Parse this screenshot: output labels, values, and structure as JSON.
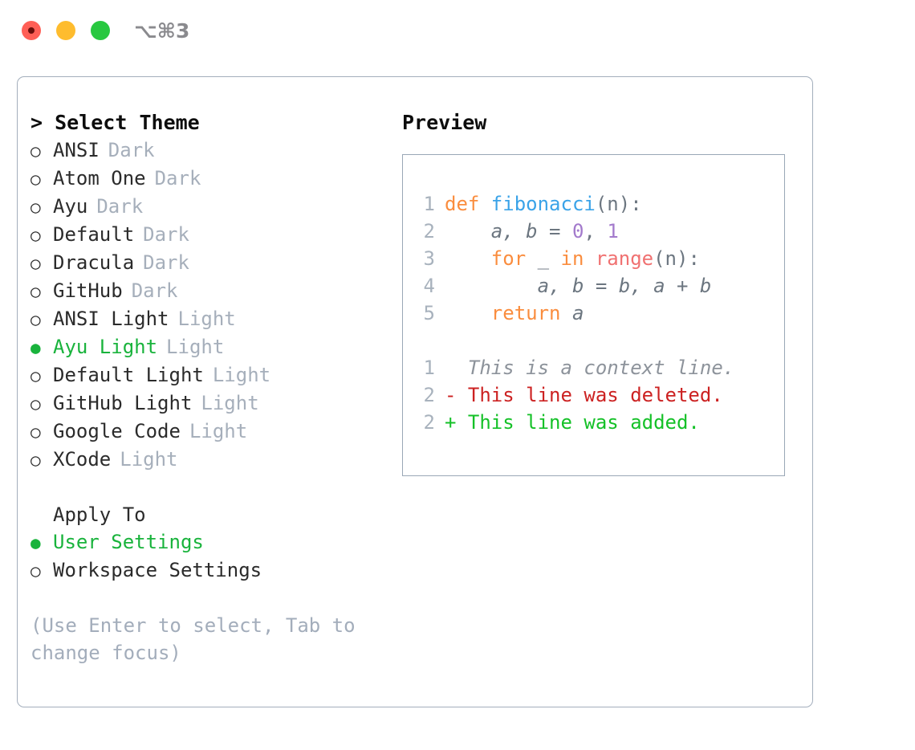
{
  "titlebar": {
    "shortcut": "⌥⌘3",
    "buttons": [
      "close",
      "minimize",
      "maximize"
    ]
  },
  "left": {
    "header": "> Select Theme",
    "themes": [
      {
        "marker": "○",
        "name": "ANSI",
        "tag": "Dark",
        "selected": false
      },
      {
        "marker": "○",
        "name": "Atom One",
        "tag": "Dark",
        "selected": false
      },
      {
        "marker": "○",
        "name": "Ayu",
        "tag": "Dark",
        "selected": false
      },
      {
        "marker": "○",
        "name": "Default",
        "tag": "Dark",
        "selected": false
      },
      {
        "marker": "○",
        "name": "Dracula",
        "tag": "Dark",
        "selected": false
      },
      {
        "marker": "○",
        "name": "GitHub",
        "tag": "Dark",
        "selected": false
      },
      {
        "marker": "○",
        "name": "ANSI Light",
        "tag": "Light",
        "selected": false
      },
      {
        "marker": "●",
        "name": "Ayu Light",
        "tag": "Light",
        "selected": true
      },
      {
        "marker": "○",
        "name": "Default Light",
        "tag": "Light",
        "selected": false
      },
      {
        "marker": "○",
        "name": "GitHub Light",
        "tag": "Light",
        "selected": false
      },
      {
        "marker": "○",
        "name": "Google Code",
        "tag": "Light",
        "selected": false
      },
      {
        "marker": "○",
        "name": "XCode",
        "tag": "Light",
        "selected": false
      }
    ],
    "apply_to_header": "Apply To",
    "apply_to": [
      {
        "marker": "●",
        "name": "User Settings",
        "selected": true
      },
      {
        "marker": "○",
        "name": "Workspace Settings",
        "selected": false
      }
    ],
    "hint": "(Use Enter to select, Tab to change focus)"
  },
  "right": {
    "header": "Preview",
    "code_lines": [
      {
        "n": "1",
        "tokens": [
          {
            "t": "def ",
            "c": "k-kw"
          },
          {
            "t": "fibonacci",
            "c": "k-fn"
          },
          {
            "t": "(n):",
            "c": "k-punc"
          }
        ]
      },
      {
        "n": "2",
        "tokens": [
          {
            "t": "    a, b ",
            "c": "k-var"
          },
          {
            "t": "= ",
            "c": "k-op"
          },
          {
            "t": "0",
            "c": "k-num"
          },
          {
            "t": ", ",
            "c": "k-punc"
          },
          {
            "t": "1",
            "c": "k-num"
          }
        ]
      },
      {
        "n": "3",
        "tokens": [
          {
            "t": "    for ",
            "c": "k-kw"
          },
          {
            "t": "_ ",
            "c": "k-var"
          },
          {
            "t": "in ",
            "c": "k-kw"
          },
          {
            "t": "range",
            "c": "k-call"
          },
          {
            "t": "(n):",
            "c": "k-punc"
          }
        ]
      },
      {
        "n": "4",
        "tokens": [
          {
            "t": "        a, b ",
            "c": "k-var"
          },
          {
            "t": "= ",
            "c": "k-op"
          },
          {
            "t": "b, a + b",
            "c": "k-var"
          }
        ]
      },
      {
        "n": "5",
        "tokens": [
          {
            "t": "    return ",
            "c": "k-kw"
          },
          {
            "t": "a",
            "c": "k-var"
          }
        ]
      }
    ],
    "diff_lines": [
      {
        "n": "1",
        "text": "  This is a context line.",
        "c": "d-ctx"
      },
      {
        "n": "2",
        "text": "- This line was deleted.",
        "c": "d-del"
      },
      {
        "n": "2",
        "text": "+ This line was added.",
        "c": "d-add"
      }
    ]
  },
  "colors": {
    "accent_green": "#19b33c",
    "muted": "#a3adbb",
    "border": "#a3aebc",
    "keyword": "#fa8d3e",
    "function": "#3aa3e8",
    "number": "#a37acc",
    "call": "#f07171",
    "diff_add": "#15c128",
    "diff_del": "#cc2222"
  }
}
